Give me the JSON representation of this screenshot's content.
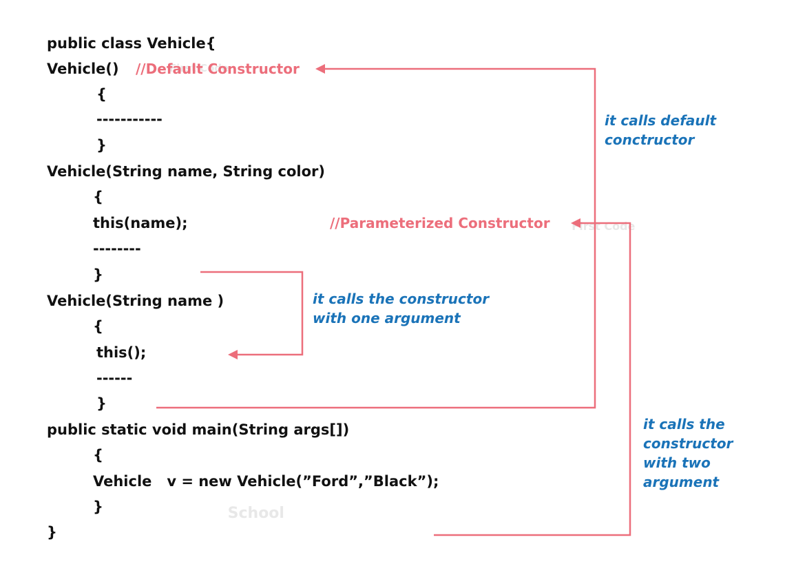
{
  "colors": {
    "code_text": "#111111",
    "comment": "#ec6e7b",
    "note": "#1a73b8",
    "arrow": "#ec6e7b",
    "watermark": "#e3e3e3"
  },
  "code": {
    "lines": [
      "public class Vehicle{",
      "Vehicle()",
      "{",
      "-----------",
      "}",
      "Vehicle(String name, String color)",
      "{",
      "this(name);",
      "--------",
      "}",
      "Vehicle(String name )",
      "{",
      "this();",
      "------",
      "}",
      "public static void main(String args[])",
      "{",
      "Vehicle   v = new Vehicle(”Ford”,”Black”);",
      "}",
      "}"
    ]
  },
  "comments": {
    "default_constructor": "//Default Constructor",
    "parameterized_constructor": "//Parameterized Constructor"
  },
  "notes": {
    "calls_default": [
      "it calls default",
      "conctructor"
    ],
    "calls_one_argument": [
      "it calls the constructor",
      "with one argument"
    ],
    "calls_two_argument": [
      "it calls the",
      "constructor",
      "with two",
      "argument"
    ]
  },
  "watermarks": {
    "brand_line_1": "First Code",
    "brand_line_2": "School"
  }
}
